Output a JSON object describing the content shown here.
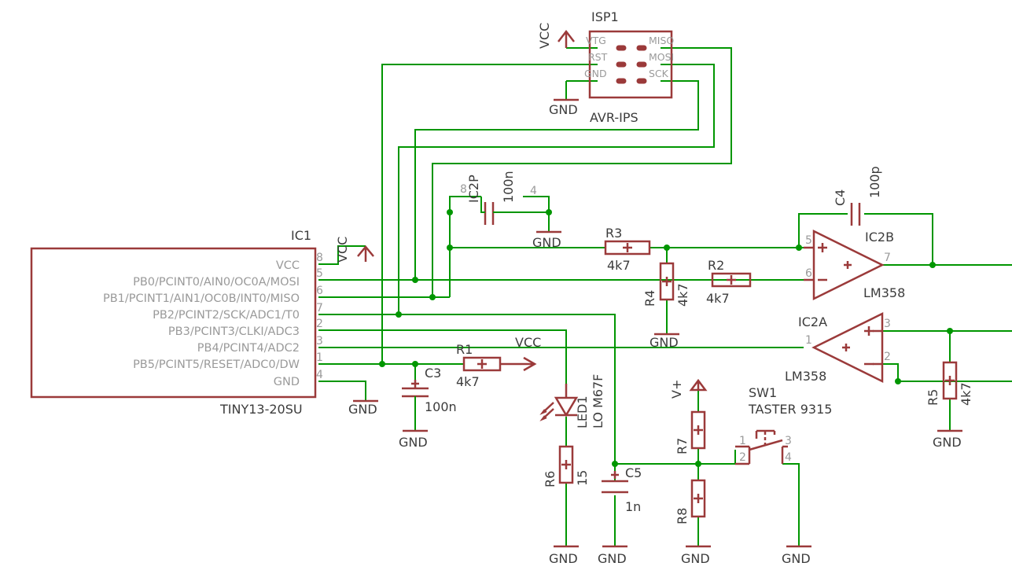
{
  "colors": {
    "wire": "#009600",
    "component": "#9b3a3a",
    "label": "#3c3c3c",
    "pin_text": "#9a9a9a",
    "background": "#ffffff"
  },
  "supplies": {
    "vcc": "VCC",
    "gnd": "GND",
    "vplus": "V+"
  },
  "isp1": {
    "name": "ISP1",
    "value": "AVR-IPS",
    "pins_left": [
      "VTG",
      "RST",
      "GND"
    ],
    "pins_right": [
      "MISO",
      "MOSI",
      "SCK"
    ]
  },
  "ic1": {
    "name": "IC1",
    "value": "TINY13-20SU",
    "pins": [
      {
        "label": "VCC",
        "num": "8"
      },
      {
        "label": "PB0/PCINT0/AIN0/OC0A/MOSI",
        "num": "5"
      },
      {
        "label": "PB1/PCINT1/AIN1/OC0B/INT0/MISO",
        "num": "6"
      },
      {
        "label": "PB2/PCINT2/SCK/ADC1/T0",
        "num": "7"
      },
      {
        "label": "PB3/PCINT3/CLKI/ADC3",
        "num": "2"
      },
      {
        "label": "PB4/PCINT4/ADC2",
        "num": "3"
      },
      {
        "label": "PB5/PCINT5/RESET/ADC0/DW",
        "num": "1"
      },
      {
        "label": "GND",
        "num": "4"
      }
    ]
  },
  "ic2a": {
    "name": "IC2A",
    "value": "LM358",
    "pins": {
      "in_plus": "3",
      "in_minus": "2",
      "out": "1"
    }
  },
  "ic2b": {
    "name": "IC2B",
    "value": "LM358",
    "pins": {
      "in_plus": "5",
      "in_minus": "6",
      "out": "7"
    }
  },
  "ic2p": {
    "name": "IC2P",
    "pin_vcc": "8",
    "pin_gnd": "4"
  },
  "r1": {
    "name": "R1",
    "value": "4k7"
  },
  "r2": {
    "name": "R2",
    "value": "4k7"
  },
  "r3": {
    "name": "R3",
    "value": "4k7"
  },
  "r4": {
    "name": "R4",
    "value": "4k7"
  },
  "r5": {
    "name": "R5",
    "value": "4k7"
  },
  "r6": {
    "name": "R6",
    "value": "15"
  },
  "r7": {
    "name": "R7"
  },
  "r8": {
    "name": "R8"
  },
  "c3": {
    "name": "C3",
    "value": "100n"
  },
  "c4": {
    "name": "C4",
    "value": "100p"
  },
  "c5": {
    "name": "C5",
    "value": "1n"
  },
  "led1": {
    "name": "LED1",
    "value": "LO M67F"
  },
  "sw1": {
    "name": "SW1",
    "value": "TASTER 9315",
    "pins": [
      "1",
      "2",
      "3",
      "4"
    ]
  }
}
